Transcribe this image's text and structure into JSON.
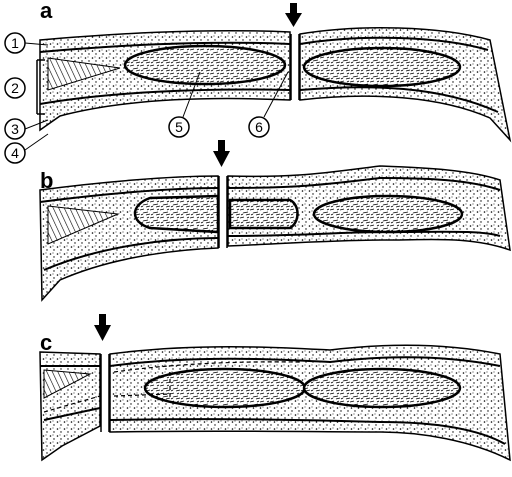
{
  "panels": [
    {
      "id": "a",
      "label": "a"
    },
    {
      "id": "b",
      "label": "b"
    },
    {
      "id": "c",
      "label": "c"
    }
  ],
  "callouts": [
    "1",
    "2",
    "3",
    "4",
    "5",
    "6"
  ],
  "icons": {
    "arrow": "down-arrow-icon"
  },
  "colors": {
    "ink": "#000000",
    "paper": "#ffffff"
  }
}
